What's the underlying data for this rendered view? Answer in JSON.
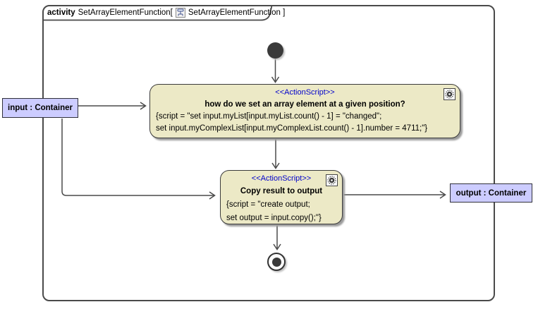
{
  "frame": {
    "keyword": "activity",
    "name_part": "SetArrayElementFunction[",
    "diagram_ref_part": "SetArrayElementFunction ]"
  },
  "action1": {
    "stereotype": "<<ActionScript>>",
    "title": "how do we set an array element at a given position?",
    "script_line1": "{script = \"set input.myList[input.myList.count() - 1] = \"changed\";",
    "script_line2": "set input.myComplexList[input.myComplexList.count() - 1].number = 4711;\"}"
  },
  "action2": {
    "stereotype": "<<ActionScript>>",
    "title": "Copy result to output",
    "script_line1": "{script = \"create output;",
    "script_line2": "set output = input.copy();\"}"
  },
  "params": {
    "input_label": "input : Container",
    "output_label": "output : Container"
  },
  "icons": {
    "action_corner": "gear-icon",
    "frame_tab": "activity-diagram-icon"
  },
  "colors": {
    "action_fill": "#ece9c6",
    "param_fill": "#ccccff",
    "stereotype_text": "#0000cc",
    "line": "#4a4a4a",
    "node_dark": "#3a3a3a",
    "background": "#ffffff"
  }
}
